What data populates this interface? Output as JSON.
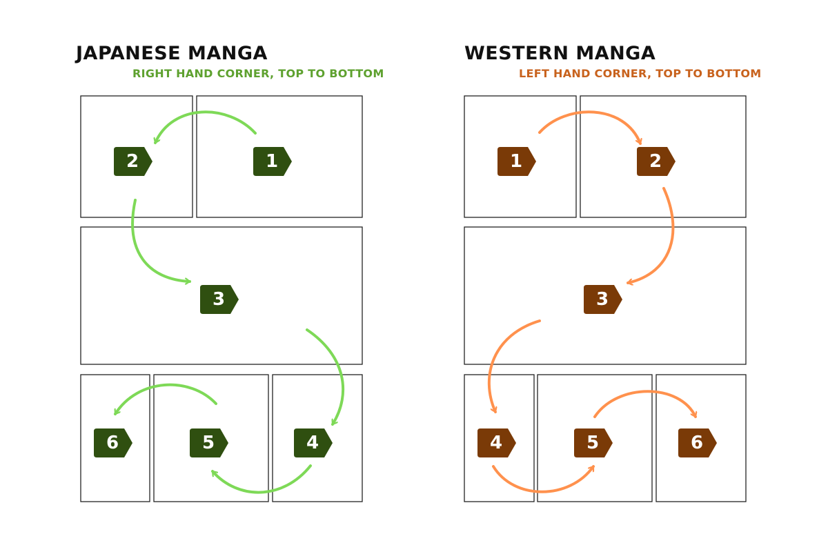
{
  "colors": {
    "japanese_arrow": "#7ed957",
    "japanese_tag": "#2f4f10",
    "japanese_subtitle": "#5ea12f",
    "western_arrow": "#ff914d",
    "western_tag": "#7a3a07",
    "western_subtitle": "#c8621d",
    "panel_border": "#222222"
  },
  "japanese": {
    "title": "JAPANESE MANGA",
    "subtitle": "RIGHT HAND CORNER, TOP TO BOTTOM",
    "reading_order": [
      "1",
      "2",
      "3",
      "4",
      "5",
      "6"
    ]
  },
  "western": {
    "title": "WESTERN MANGA",
    "subtitle": "LEFT HAND CORNER, TOP TO BOTTOM",
    "reading_order": [
      "1",
      "2",
      "3",
      "4",
      "5",
      "6"
    ]
  }
}
